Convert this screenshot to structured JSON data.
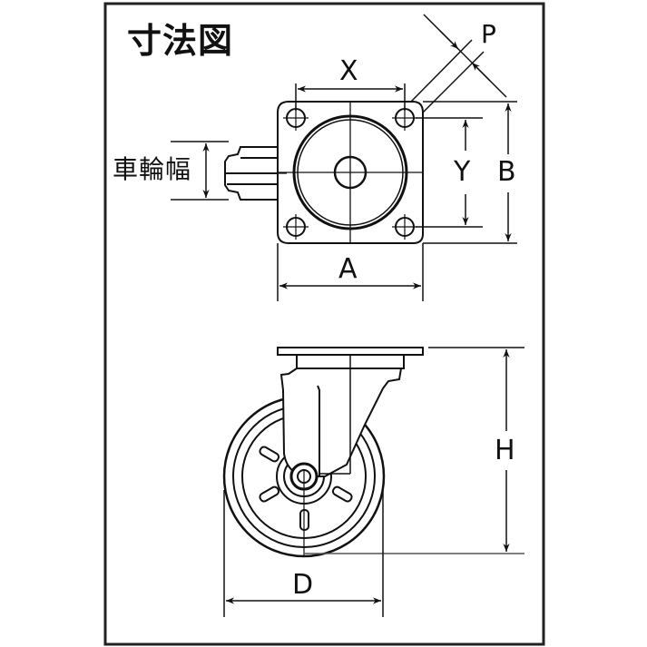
{
  "title": "寸法図",
  "labels": {
    "wheel_width": "車輪幅",
    "x": "X",
    "y": "Y",
    "a": "A",
    "b": "B",
    "p": "P",
    "h": "H",
    "d": "D"
  },
  "colors": {
    "line": "#111111",
    "frame": "#222222",
    "background": "#ffffff"
  }
}
